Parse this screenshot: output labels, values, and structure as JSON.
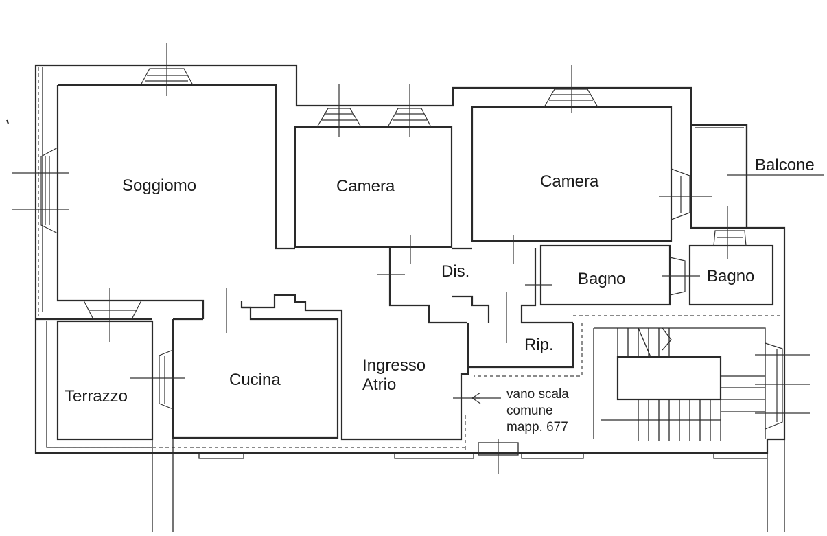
{
  "colors": {
    "ink": "#2a2a2a",
    "paper": "#ffffff"
  },
  "rooms": {
    "soggiorno": "Soggiomo",
    "camera_1": "Camera",
    "camera_2": "Camera",
    "balcone": "Balcone",
    "disimpegno": "Dis.",
    "bagno_1": "Bagno",
    "bagno_2": "Bagno",
    "ripostiglio": "Rip.",
    "ingresso_line1": "Ingresso",
    "ingresso_line2": "Atrio",
    "cucina": "Cucina",
    "terrazzo": "Terrazzo"
  },
  "notes": {
    "stair_line1": "vano scala",
    "stair_line2": "comune",
    "stair_line3": "mapp. 677"
  }
}
